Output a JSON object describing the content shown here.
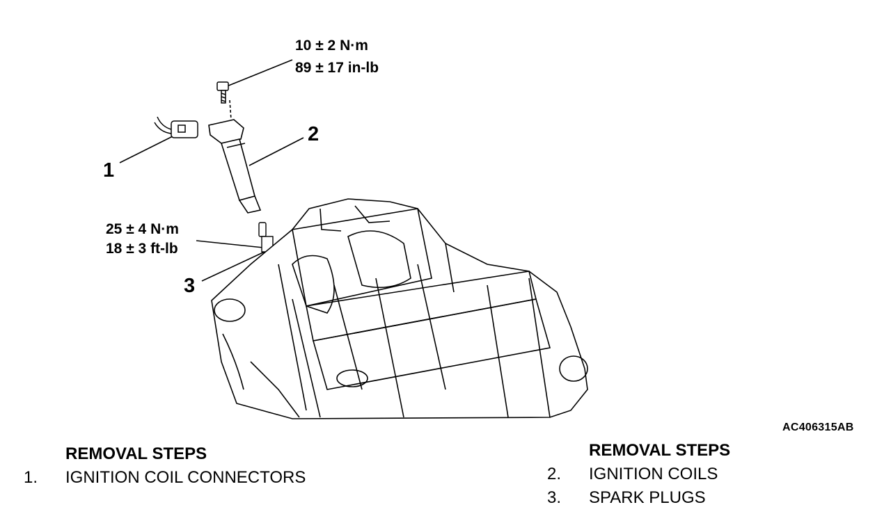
{
  "diagram": {
    "torque_top": {
      "line1": "10 ± 2 N·m",
      "line2": "89 ± 17 in-lb"
    },
    "torque_plug": {
      "line1": "25 ± 4 N·m",
      "line2": "18 ± 3 ft-lb"
    },
    "callouts": {
      "c1": "1",
      "c2": "2",
      "c3": "3"
    },
    "figure_code": "AC406315AB"
  },
  "removal_left": {
    "heading": "REMOVAL STEPS",
    "steps": [
      {
        "num": "1.",
        "label": "IGNITION COIL CONNECTORS"
      }
    ]
  },
  "removal_right": {
    "heading": "REMOVAL STEPS",
    "steps": [
      {
        "num": "2.",
        "label": "IGNITION COILS"
      },
      {
        "num": "3.",
        "label": "SPARK PLUGS"
      }
    ]
  }
}
